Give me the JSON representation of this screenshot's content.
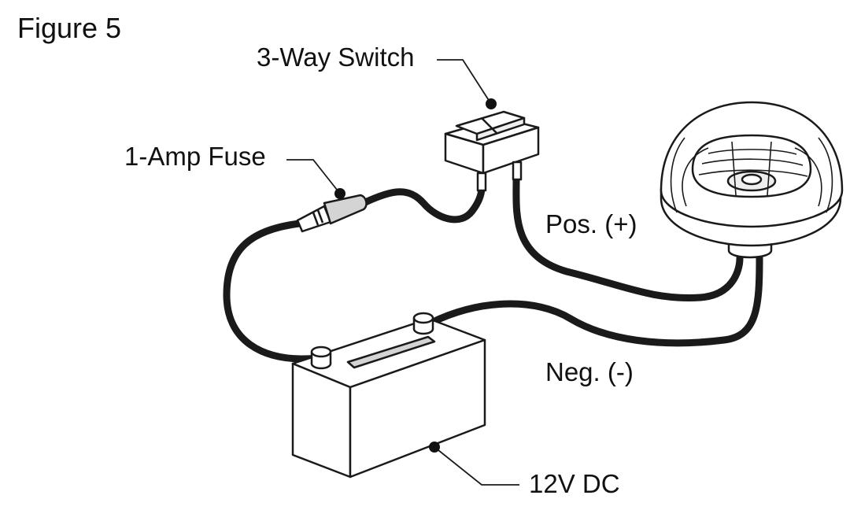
{
  "figure_title": "Figure 5",
  "labels": {
    "switch": "3-Way Switch",
    "fuse": "1-Amp Fuse",
    "positive": "Pos. (+)",
    "negative": "Neg. (-)",
    "battery": "12V DC"
  },
  "colors": {
    "ink": "#111111",
    "background": "#ffffff",
    "shade": "#d4d4d4",
    "light_shade": "#eeeeee"
  },
  "components": [
    "battery",
    "fuse",
    "switch",
    "light-dome"
  ]
}
